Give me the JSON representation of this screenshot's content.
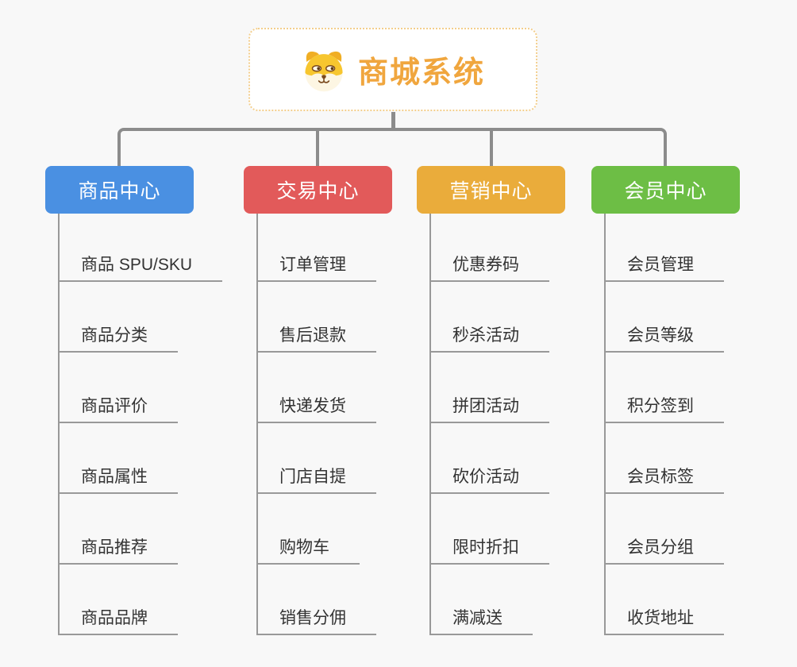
{
  "root": {
    "title": "商城系统",
    "icon": "dog-face-icon",
    "title_color": "#f0a63e",
    "border_color": "#f3ce8c"
  },
  "connector_color": "#8c8c8c",
  "branches": [
    {
      "label": "商品中心",
      "color": "#4a90e2",
      "children": [
        "商品 SPU/SKU",
        "商品分类",
        "商品评价",
        "商品属性",
        "商品推荐",
        "商品品牌"
      ]
    },
    {
      "label": "交易中心",
      "color": "#e25a5a",
      "children": [
        "订单管理",
        "售后退款",
        "快递发货",
        "门店自提",
        "购物车",
        "销售分佣"
      ]
    },
    {
      "label": "营销中心",
      "color": "#eaac3b",
      "children": [
        "优惠券码",
        "秒杀活动",
        "拼团活动",
        "砍价活动",
        "限时折扣",
        "满减送"
      ]
    },
    {
      "label": "会员中心",
      "color": "#6dbe45",
      "children": [
        "会员管理",
        "会员等级",
        "积分签到",
        "会员标签",
        "会员分组",
        "收货地址"
      ]
    }
  ]
}
